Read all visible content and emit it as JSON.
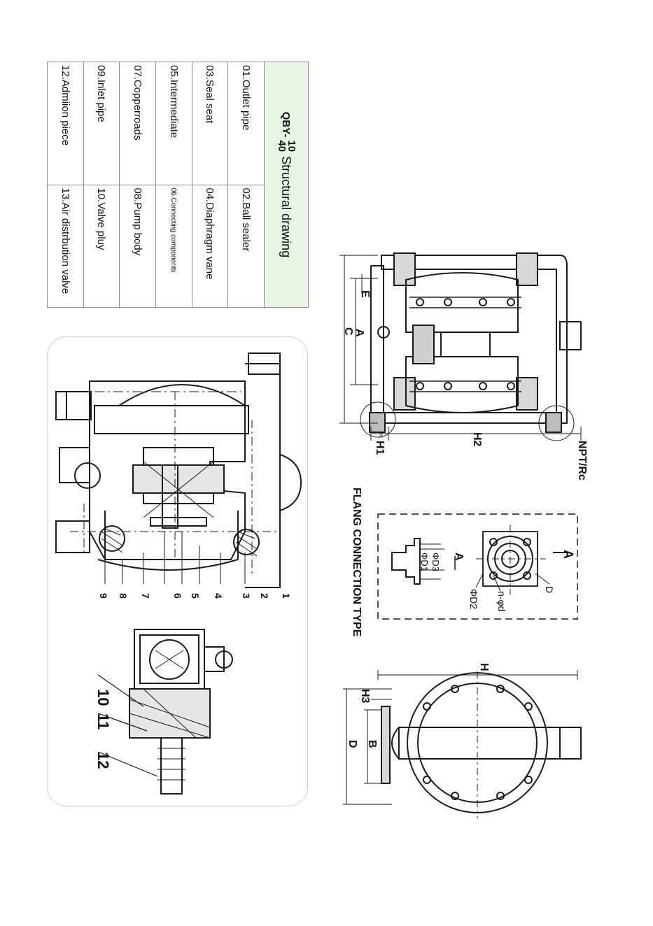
{
  "parts_table": {
    "title_model_prefix": "QBY-",
    "title_model_top": "10",
    "title_model_bottom": "40",
    "title_text": "Structural drawing",
    "rows": [
      [
        "01.Outlet pipe",
        "02.Ball sealer"
      ],
      [
        "03.Seal seat",
        "04.Diaphragm vane"
      ],
      [
        "05.Intermediate",
        "06.Connecting components"
      ],
      [
        "07.Copperroads",
        "08.Pump body"
      ],
      [
        "09.Inlet pipe",
        "10.Valve pluy"
      ],
      [
        "12.Admiion piece",
        "13.Air distrbution valve"
      ]
    ],
    "header_color": "#e8f5e4"
  },
  "cutaway_callouts": [
    "1",
    "2",
    "3",
    "4",
    "5",
    "6",
    "7",
    "8",
    "9"
  ],
  "valve_callouts": [
    "10",
    "11",
    "12"
  ],
  "side_view_labels": {
    "E": "E",
    "A": "A",
    "C": "C",
    "H1": "H1",
    "H1_small": "H1",
    "H2": "H2",
    "thread": "NPT/Rc"
  },
  "flange_labels": {
    "section": "A",
    "section_small": "A",
    "D": "D",
    "bolt": "n-φd",
    "D2": "ΦD2",
    "D3": "ΦD3",
    "D1": "ΦD1",
    "caption": "FLANG CONNECTION TYPE"
  },
  "front_view_labels": {
    "H": "H",
    "H3": "H3",
    "B": "B",
    "D": "D"
  }
}
